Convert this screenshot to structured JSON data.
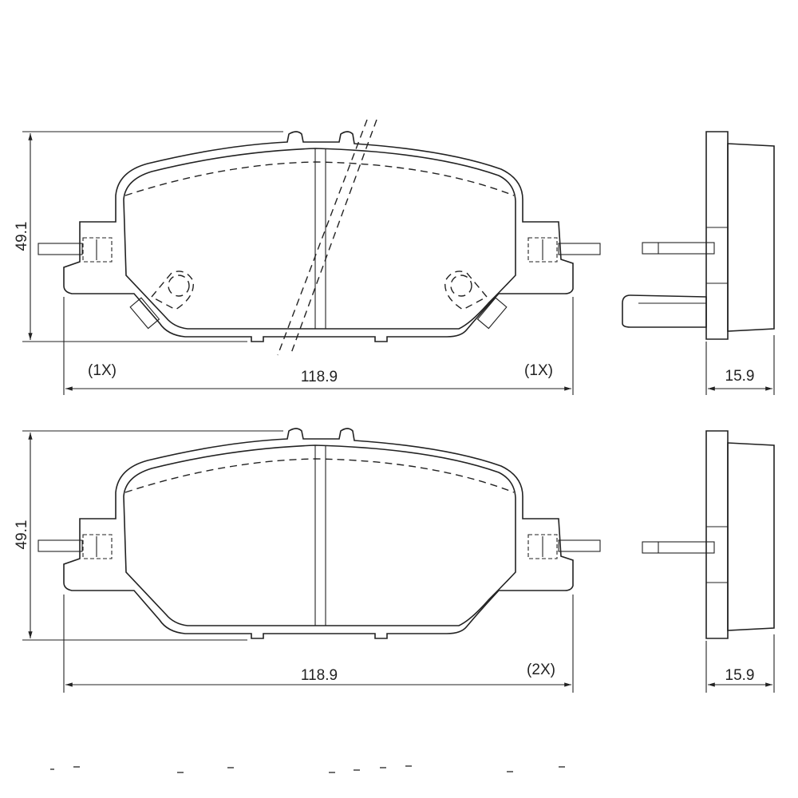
{
  "drawing": {
    "pad_top": {
      "height_dim": "49.1",
      "width_dim": "118.9",
      "left_qty": "(1X)",
      "right_qty": "(1X)",
      "thickness_dim": "15.9"
    },
    "pad_bottom": {
      "height_dim": "49.1",
      "width_dim": "118.9",
      "right_qty": "(2X)",
      "thickness_dim": "15.9"
    }
  }
}
